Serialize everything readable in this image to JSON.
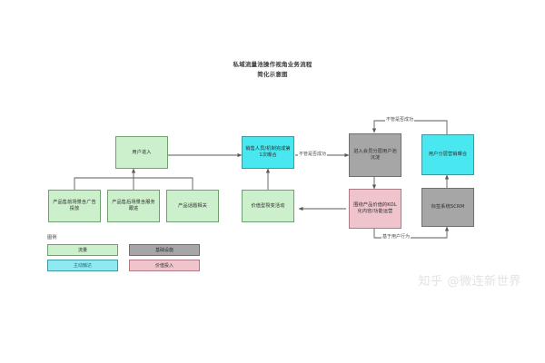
{
  "title": {
    "line1": "私域流量池操作视角业务流程",
    "line2": "简化示意图"
  },
  "nodes": {
    "user_entry": "用户进入",
    "presale": "产品售前场景含广告投放",
    "aftersale": "产品售后场景含服务跟进",
    "topic": "产品话题相关",
    "sales_touch": "销售人员/机制完成第1次曝合",
    "fission": "价值型裂变活动",
    "member_pool": "进入会员分层用户池沉淀",
    "kol_ops": "围绕产品价值的KOL化内容/功能运营",
    "tiered_marketing": "用户分层营销曝合",
    "scrm": "标签系统SCRM"
  },
  "edge_labels": {
    "regardless_success_mid": "不管是否成功",
    "regardless_success_top": "不管是否成功",
    "based_on_behavior": "基于用户行为"
  },
  "legend": {
    "heading": "图例",
    "items": [
      {
        "label": "流量",
        "color": "#ccefcc"
      },
      {
        "label": "基础设施",
        "color": "#a6a6a6"
      },
      {
        "label": "主动触达",
        "color": "#8fe9f2"
      },
      {
        "label": "价值投入",
        "color": "#f0c4cc"
      }
    ]
  },
  "watermark": "知乎 @微连新世界"
}
